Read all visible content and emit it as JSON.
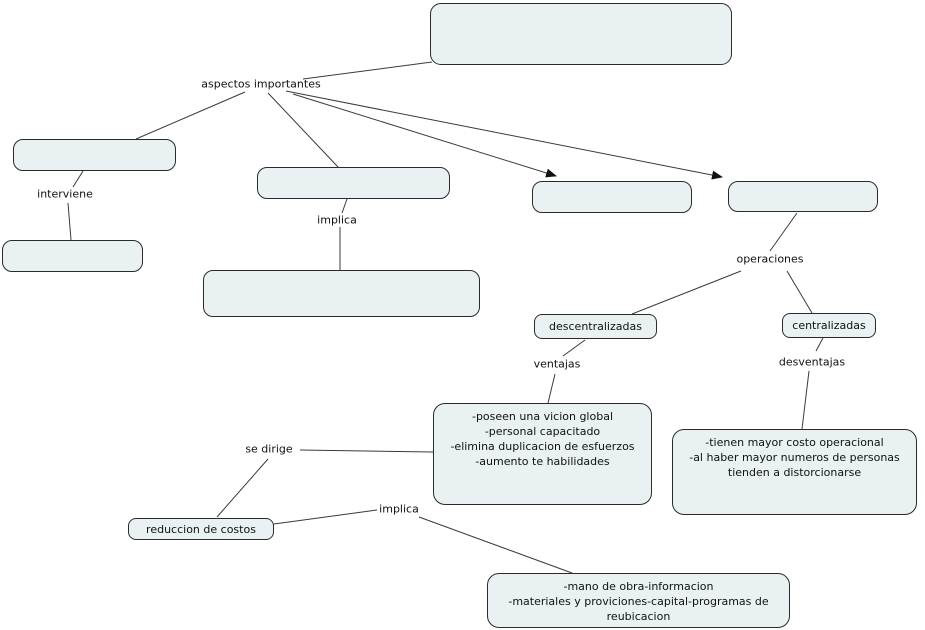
{
  "title": "concept map",
  "nodes": {
    "top": {
      "label": ""
    },
    "left1": {
      "label": ""
    },
    "left2": {
      "label": ""
    },
    "mid": {
      "label": ""
    },
    "bigmid": {
      "label": ""
    },
    "arrow1": {
      "label": ""
    },
    "arrow2": {
      "label": ""
    },
    "descentralizadas": {
      "label": "descentralizadas"
    },
    "centralizadas": {
      "label": "centralizadas"
    },
    "ventajas_list": {
      "label": "-poseen una vicion global\n-personal capacitado\n-elimina duplicacion de esfuerzos\n-aumento te habilidades"
    },
    "desventajas_list": {
      "label": "-tienen mayor costo operacional\n-al haber mayor numeros de personas\ntienden a distorcionarse"
    },
    "reduccion": {
      "label": "reduccion de costos"
    },
    "recursos": {
      "label": "-mano de obra-informacion\n-materiales y proviciones-capital-programas de\nreubicacion"
    }
  },
  "labels": {
    "aspectos": "aspectos importantes",
    "interviene": "interviene",
    "implica_1": "implica",
    "operaciones": "operaciones",
    "ventajas": "ventajas",
    "desventajas": "desventajas",
    "se_dirige": "se dirige",
    "implica_2": "implica"
  },
  "colors": {
    "node_fill": "#e9f1f3",
    "node_border": "#2b2b2b",
    "line": "#3a3a3a",
    "text": "#111111"
  }
}
